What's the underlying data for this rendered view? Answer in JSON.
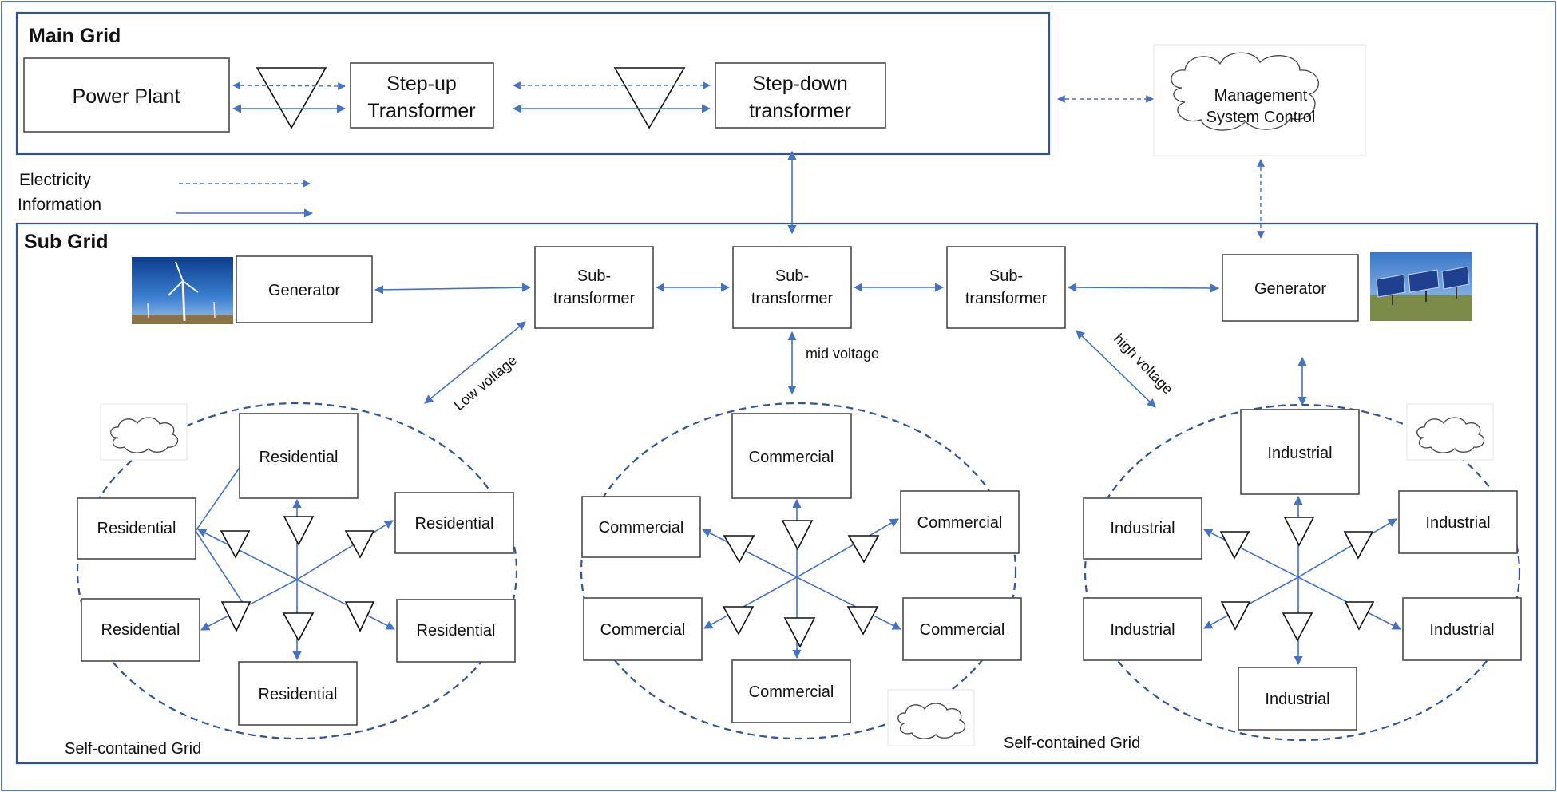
{
  "main_grid": {
    "title": "Main Grid",
    "power_plant": "Power Plant",
    "step_up_1": "Step-up",
    "step_up_2": "Transformer",
    "step_down_1": "Step-down",
    "step_down_2": "transformer"
  },
  "management": {
    "line1": "Management",
    "line2": "System Control"
  },
  "legend": {
    "electricity": "Electricity",
    "information": "Information"
  },
  "sub_grid": {
    "title": "Sub Grid",
    "generator_left": "Generator",
    "generator_right": "Generator",
    "sub_1": "Sub-",
    "sub_2": "transformer",
    "low_voltage": "Low voltage",
    "mid_voltage": "mid voltage",
    "high_voltage": "high voltage",
    "residential": "Residential",
    "commercial": "Commercial",
    "industrial": "Industrial",
    "self_contained": "Self-contained Grid"
  },
  "colors": {
    "frame": "#2f5597",
    "arrow": "#4472c4",
    "box_border": "#4a4a4a"
  },
  "images": {
    "left": "wind-turbines-photo",
    "right": "solar-panels-photo"
  }
}
